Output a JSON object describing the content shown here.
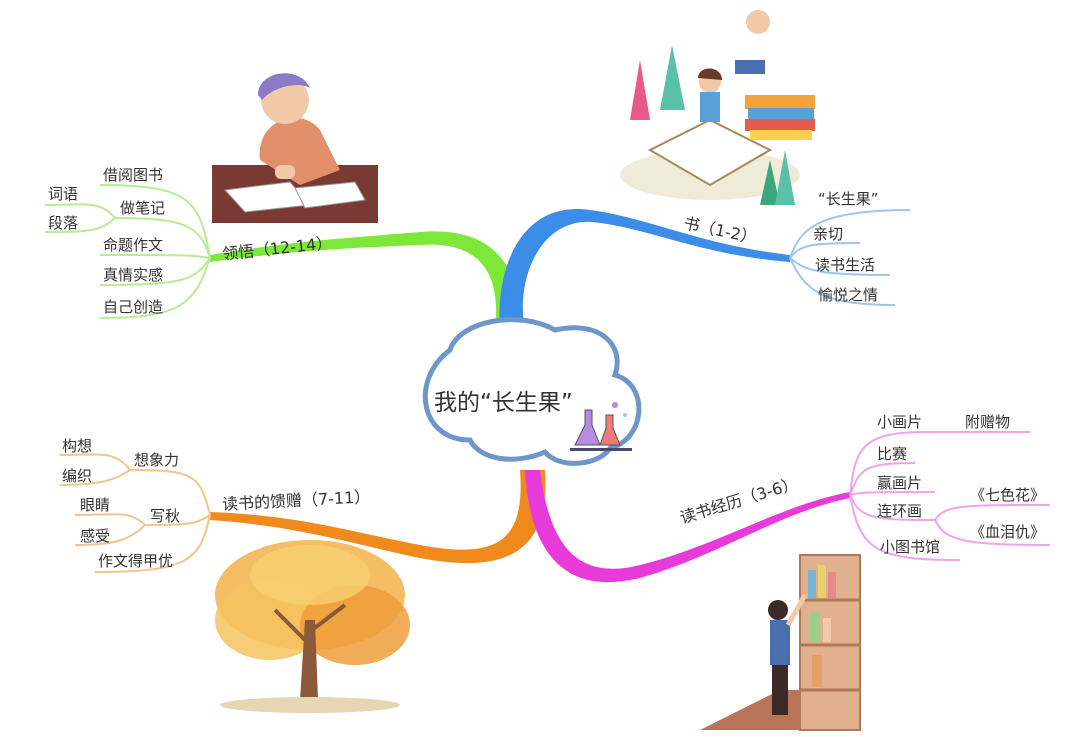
{
  "center": {
    "title": "我的“长生果”"
  },
  "branches": {
    "book": {
      "label": "书（1-2）",
      "items": [
        "“长生果”",
        "亲切",
        "读书生活",
        "愉悦之情"
      ]
    },
    "gains": {
      "label": "领悟（12-14）",
      "items": [
        "借阅图书",
        "做笔记",
        "命题作文",
        "真情实感",
        "自己创造"
      ],
      "sub": {
        "notes": [
          "词语",
          "段落"
        ]
      }
    },
    "gifts": {
      "label": "读书的馈赠（7-11）",
      "items": [
        "想象力",
        "写秋",
        "作文得甲优"
      ],
      "sub": {
        "imagination": [
          "构想",
          "编织"
        ],
        "autumn": [
          "眼睛",
          "感受"
        ]
      }
    },
    "exp": {
      "label": "读书经历（3-6）",
      "items": [
        "小画片",
        "比赛",
        "赢画片",
        "连环画",
        "小图书馆"
      ],
      "sub": {
        "cards": [
          "附赠物"
        ],
        "comics": [
          "《七色花》",
          "《血泪仇》"
        ]
      }
    }
  },
  "colors": {
    "book": "#3b8de8",
    "gains": "#7ee83a",
    "gifts": "#f08a1c",
    "exp": "#e83ad8",
    "book_light": "#9fc4ee",
    "gains_light": "#b8ec94",
    "gifts_light": "#f4c48e",
    "exp_light": "#f2a2ea",
    "center_border": "#6f96c8"
  },
  "icons": [
    "writing-boy-illustration",
    "reading-kids-illustration",
    "autumn-tree-illustration",
    "bookshelf-girl-illustration",
    "flask-icon"
  ]
}
